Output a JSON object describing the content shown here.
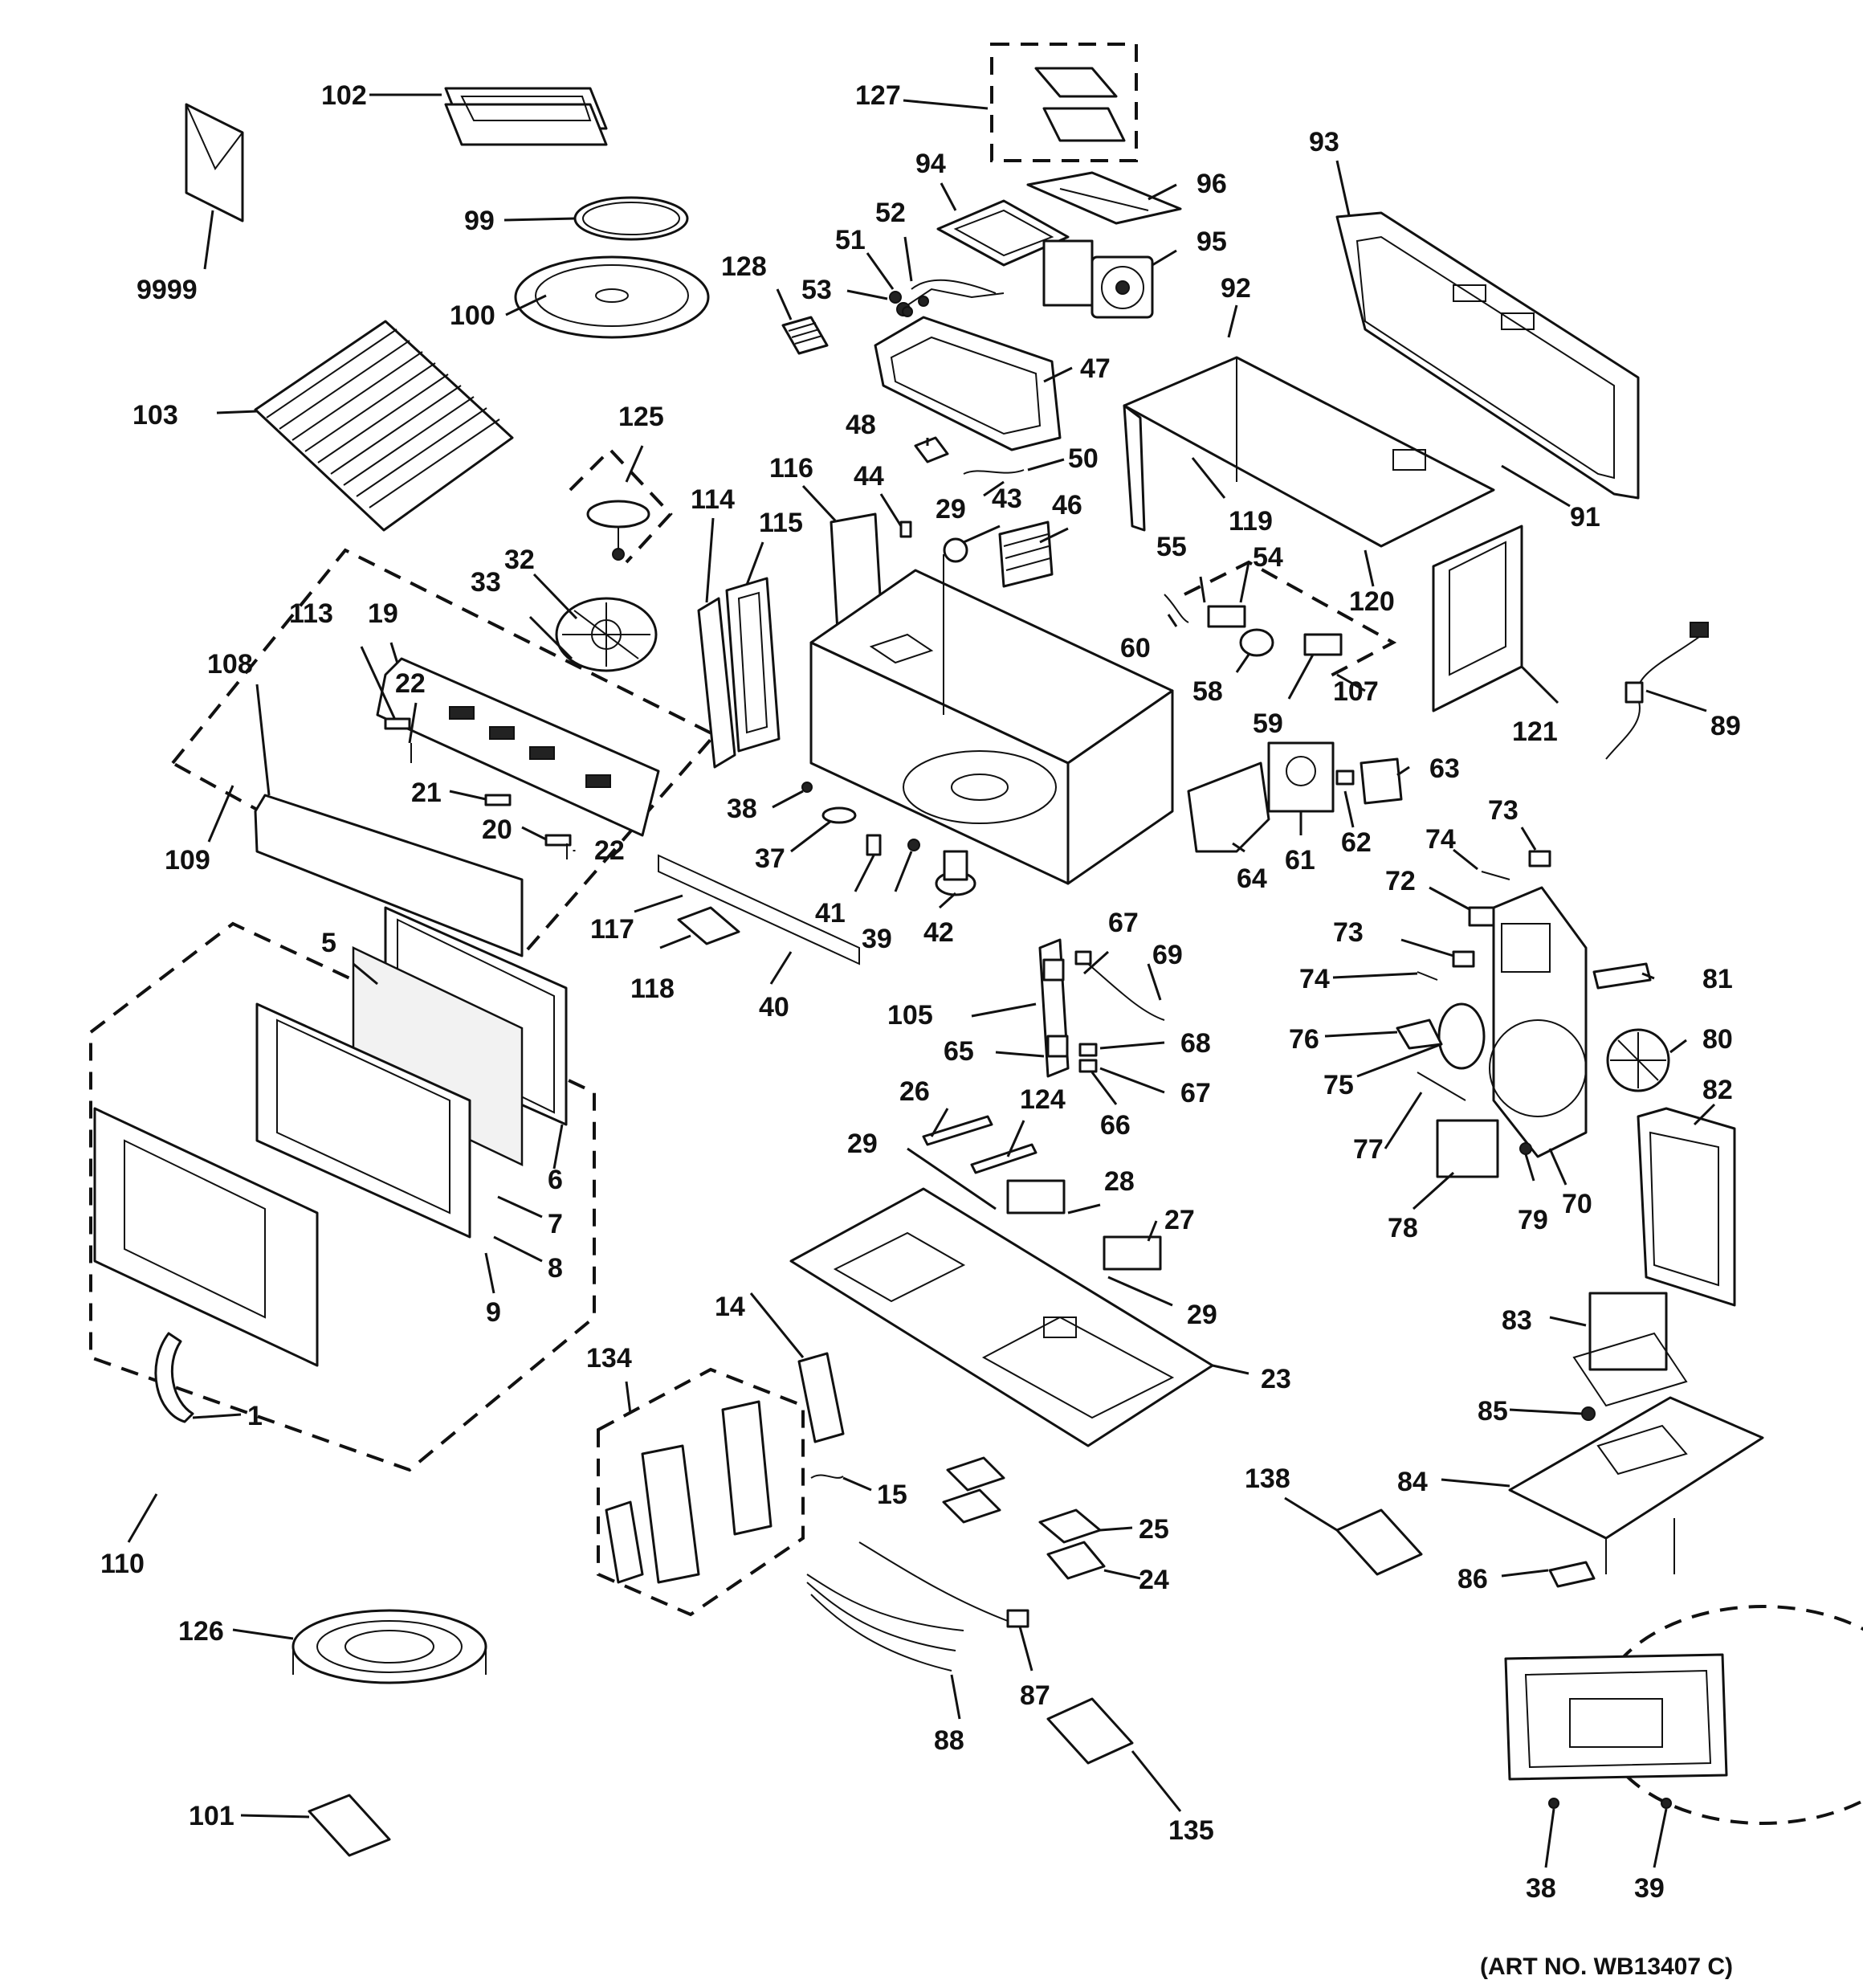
{
  "diagram": {
    "art_number": "(ART NO. WB13407 C)",
    "callouts": {
      "c9999": "9999",
      "c102": "102",
      "c99": "99",
      "c100": "100",
      "c103": "103",
      "c127": "127",
      "c94": "94",
      "c96": "96",
      "c52": "52",
      "c51": "51",
      "c53": "53",
      "c95": "95",
      "c128": "128",
      "c47": "47",
      "c93": "93",
      "c92": "92",
      "c125": "125",
      "c48": "48",
      "c50": "50",
      "c116": "116",
      "c44": "44",
      "c43": "43",
      "c46": "46",
      "c29a": "29",
      "c114": "114",
      "c115": "115",
      "c32": "32",
      "c33": "33",
      "c113": "113",
      "c19": "19",
      "c108": "108",
      "c22a": "22",
      "c119": "119",
      "c91": "91",
      "c55": "55",
      "c54": "54",
      "c120": "120",
      "c60": "60",
      "c58": "58",
      "c107": "107",
      "c59": "59",
      "c121": "121",
      "c89": "89",
      "c21": "21",
      "c20": "20",
      "c22b": "22",
      "c109": "109",
      "c38a": "38",
      "c37": "37",
      "c63": "63",
      "c61": "61",
      "c62": "62",
      "c64": "64",
      "c41": "41",
      "c39a": "39",
      "c42": "42",
      "c117": "117",
      "c118": "118",
      "c40": "40",
      "c73a": "73",
      "c74a": "74",
      "c72": "72",
      "c73b": "73",
      "c74b": "74",
      "c81": "81",
      "c5": "5",
      "c67a": "67",
      "c69": "69",
      "c105": "105",
      "c65": "65",
      "c68": "68",
      "c67b": "67",
      "c66": "66",
      "c76": "76",
      "c75": "75",
      "c80": "80",
      "c82": "82",
      "c77": "77",
      "c78": "78",
      "c79": "79",
      "c70": "70",
      "c6": "6",
      "c7": "7",
      "c8": "8",
      "c9": "9",
      "c26": "26",
      "c124": "124",
      "c29b": "29",
      "c28": "28",
      "c27": "27",
      "c29c": "29",
      "c23": "23",
      "c83": "83",
      "c85": "85",
      "c84": "84",
      "c86": "86",
      "c14": "14",
      "c134": "134",
      "c15": "15",
      "c1": "1",
      "c110": "110",
      "c138": "138",
      "c25": "25",
      "c24": "24",
      "c126": "126",
      "c87": "87",
      "c88": "88",
      "c101": "101",
      "c135": "135",
      "c38b": "38",
      "c39b": "39"
    }
  }
}
